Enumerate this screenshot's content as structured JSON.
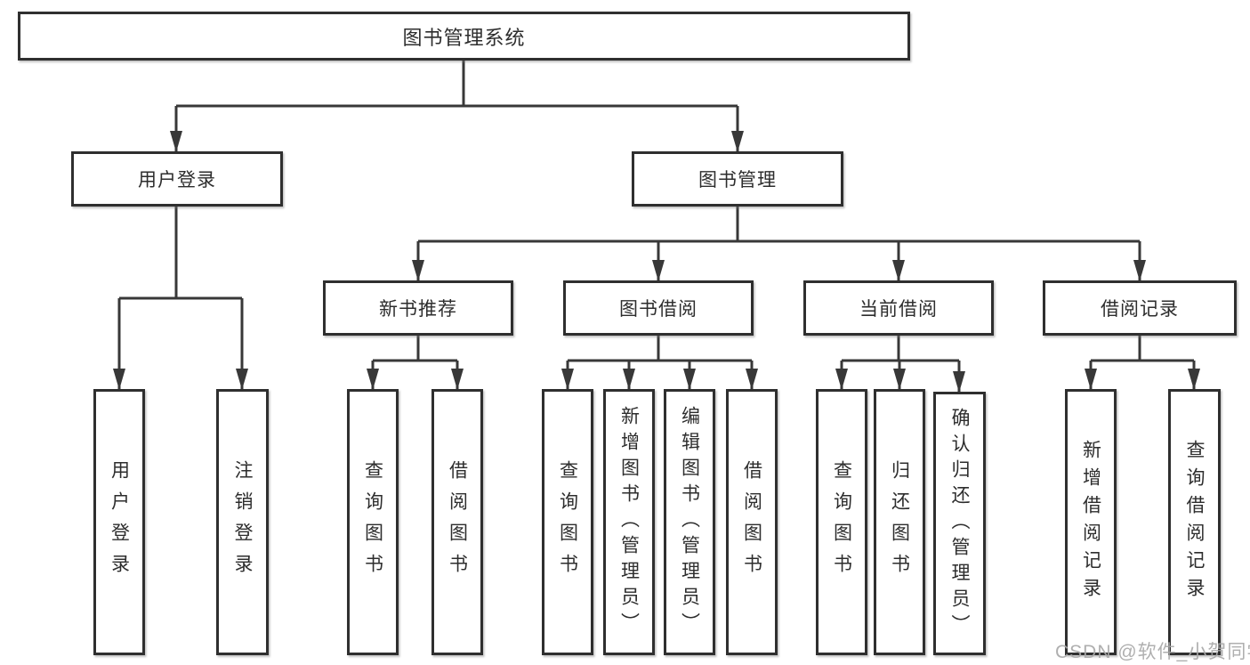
{
  "diagram_type": "hierarchy-tree",
  "colors": {
    "background": "#ffffff",
    "line": "#383838",
    "box_border": "#2f2f2f",
    "text": "#2d2d2d",
    "watermark": "#a8a8a8"
  },
  "tree": {
    "label": "图书管理系统",
    "children": [
      {
        "label": "用户登录",
        "children": [
          {
            "label": "用户登录"
          },
          {
            "label": "注销登录"
          }
        ]
      },
      {
        "label": "图书管理",
        "children": [
          {
            "label": "新书推荐",
            "children": [
              {
                "label": "查询图书"
              },
              {
                "label": "借阅图书"
              }
            ]
          },
          {
            "label": "图书借阅",
            "children": [
              {
                "label": "查询图书"
              },
              {
                "label": "新增图书（管理员）"
              },
              {
                "label": "编辑图书（管理员）"
              },
              {
                "label": "借阅图书"
              }
            ]
          },
          {
            "label": "当前借阅",
            "children": [
              {
                "label": "查询图书"
              },
              {
                "label": "归还图书"
              },
              {
                "label": "确认归还（管理员）"
              }
            ]
          },
          {
            "label": "借阅记录",
            "children": [
              {
                "label": "新增借阅记录"
              },
              {
                "label": "查询借阅记录"
              }
            ]
          }
        ]
      }
    ]
  },
  "watermark": {
    "text": "CSDN @软件_小贺同学"
  }
}
